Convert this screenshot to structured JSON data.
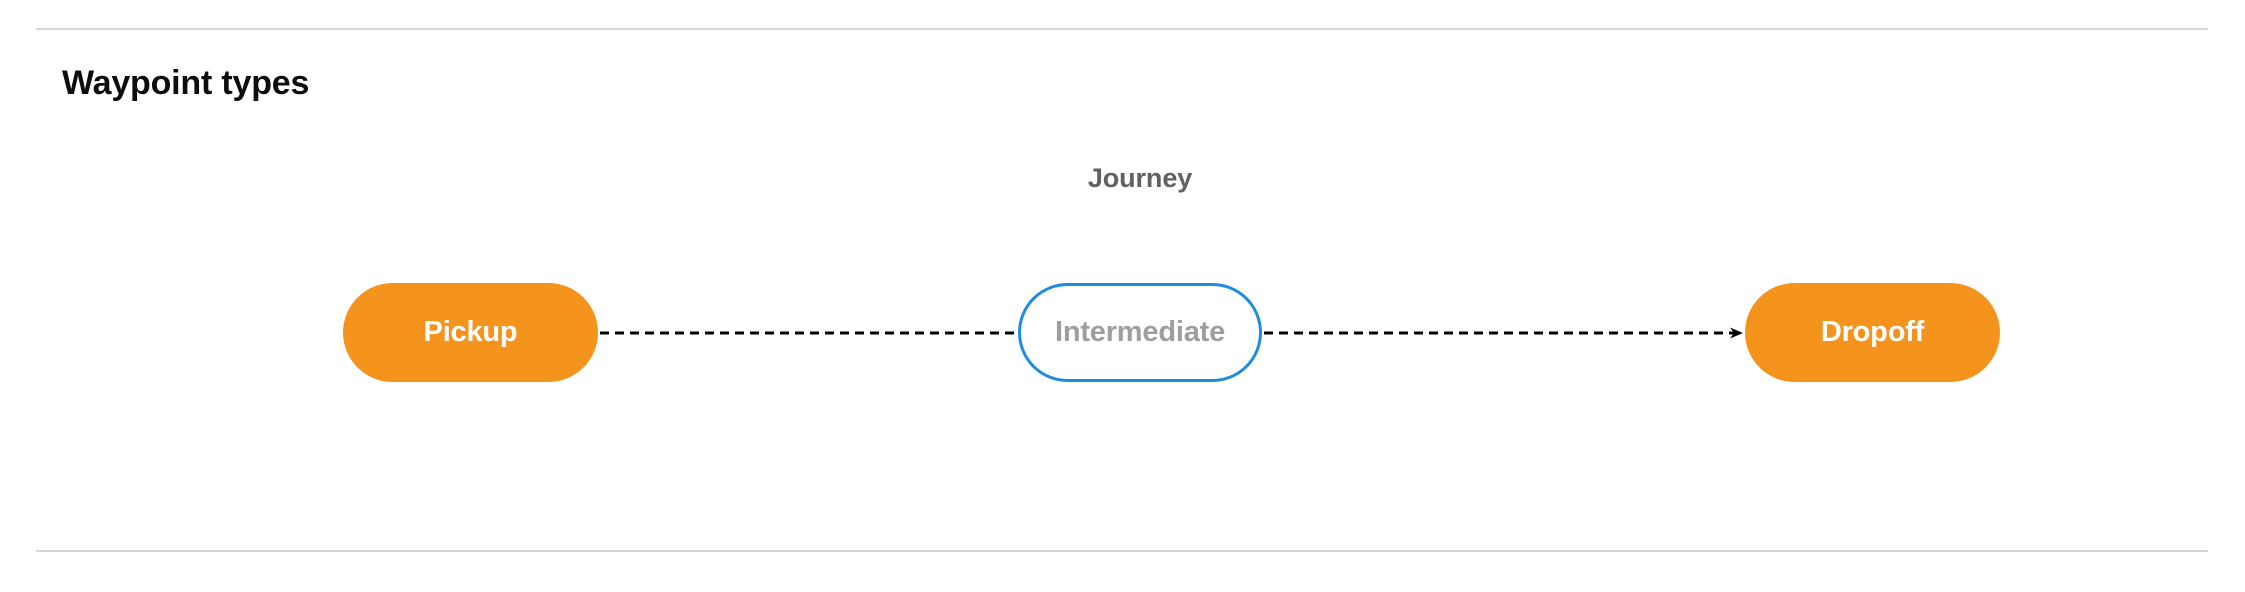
{
  "section": {
    "title": "Waypoint types"
  },
  "diagram": {
    "label": "Journey",
    "nodes": [
      {
        "id": "pickup",
        "label": "Pickup",
        "style": "terminal",
        "fill": "#f5941d",
        "text_color": "#ffffff"
      },
      {
        "id": "intermediate",
        "label": "Intermediate",
        "style": "intermediate",
        "fill": "#ffffff",
        "text_color": "#9e9e9e",
        "border_color": "#1f8ce0"
      },
      {
        "id": "dropoff",
        "label": "Dropoff",
        "style": "terminal",
        "fill": "#f5941d",
        "text_color": "#ffffff"
      }
    ],
    "edges": [
      {
        "from": "pickup",
        "to": "intermediate",
        "style": "dashed",
        "arrowhead": false,
        "color": "#000000"
      },
      {
        "from": "intermediate",
        "to": "dropoff",
        "style": "dashed",
        "arrowhead": true,
        "color": "#000000"
      }
    ]
  },
  "colors": {
    "accent_orange": "#f5941d",
    "accent_blue": "#1f8ce0",
    "divider": "#d6d6d6",
    "title_text": "#0d0d0d",
    "label_text": "#616161",
    "muted_text": "#9e9e9e",
    "background": "#ffffff"
  }
}
